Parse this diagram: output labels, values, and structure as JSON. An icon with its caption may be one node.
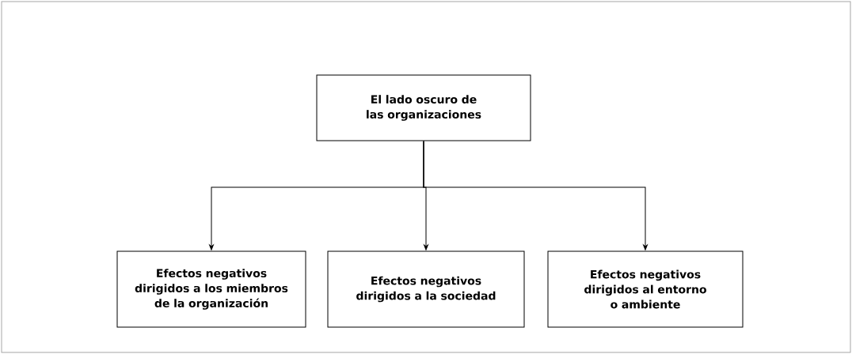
{
  "diagram": {
    "nodes": [
      {
        "text": [
          "El lado oscuro de las organizaciones"
        ]
      },
      {
        "text": [
          "Efectos negativos dirigidos a los miembros de la organización"
        ]
      },
      {
        "text": [
          "Efectos negativos dirigidos a la sociedad"
        ]
      },
      {
        "text": [
          "Efectos negativos dirigidos al entorno o ambiente"
        ]
      }
    ],
    "edges": [
      {
        "from": 0,
        "to": 1,
        "arrow": "to"
      },
      {
        "from": 0,
        "to": 2,
        "arrow": "to"
      },
      {
        "from": 0,
        "to": 3,
        "arrow": "to"
      }
    ]
  }
}
